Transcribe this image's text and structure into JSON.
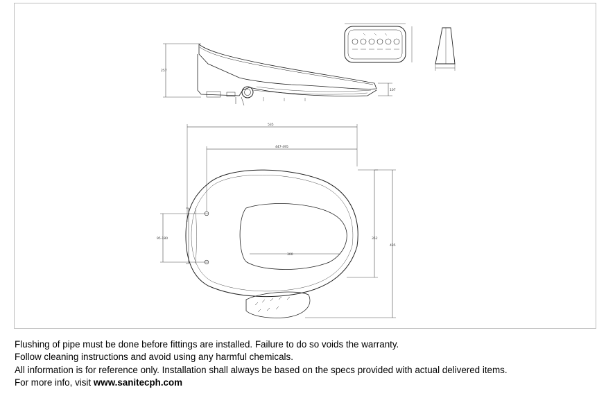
{
  "drawing": {
    "dimensions": {
      "side_height": "257",
      "side_small": "107",
      "overall_length": "535",
      "mount_range": "447-495",
      "bolt_spacing": "95-180",
      "inner_width": "352",
      "overall_width": "435",
      "opening_width": "300"
    }
  },
  "notes": {
    "line1": "Flushing of pipe must be done before fittings are installed. Failure to do so voids the warranty.",
    "line2": "Follow cleaning instructions and avoid using any harmful chemicals.",
    "line3": "All information is for reference only. Installation shall always be based on the specs provided with actual delivered items.",
    "line4_prefix": "For more info, visit ",
    "line4_link": "www.sanitecph.com"
  }
}
